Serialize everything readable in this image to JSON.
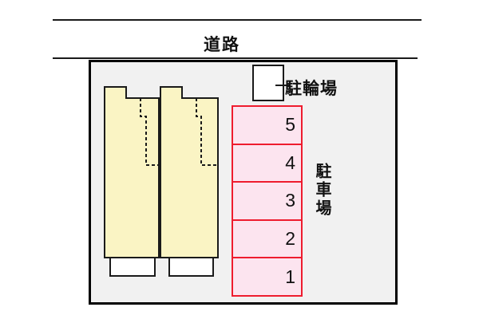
{
  "road": {
    "label": "道路"
  },
  "bicycle_parking": {
    "label": "駐輪場"
  },
  "parking": {
    "label": "駐車場",
    "spaces": [
      "5",
      "4",
      "3",
      "2",
      "1"
    ]
  },
  "colors": {
    "building-fill": "#faf4c4",
    "building-stroke": "#1a1a1a",
    "parking-fill": "#fce4ef",
    "parking-stroke": "#ee1c2e",
    "site-fill": "#f1f1f1",
    "site-stroke": "#000000",
    "line-color": "#1a1a1a",
    "text-color": "#111111"
  }
}
